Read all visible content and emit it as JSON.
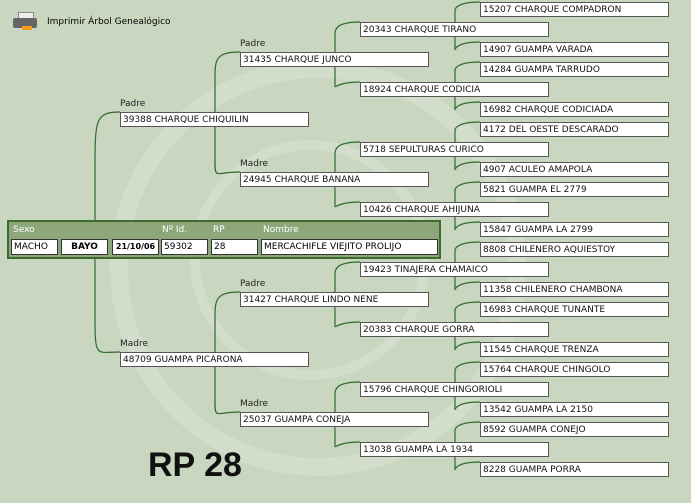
{
  "toolbar": {
    "print_label": "Imprimir Árbol Genealógico",
    "icon": "printer-icon"
  },
  "animal": {
    "headers": {
      "sexo": "Sexo",
      "id": "Nº Id.",
      "rp": "RP",
      "nombre": "Nombre"
    },
    "sexo": "MACHO",
    "color": "BAYO",
    "fecha": "21/10/06",
    "id": "59302",
    "rp": "28",
    "nombre": "MERCACHIFLE VIEJITO PROLIJO"
  },
  "labels": {
    "padre": "Padre",
    "madre": "Madre"
  },
  "gen1": [
    "39388 CHARQUE CHIQUILIN",
    "48709 GUAMPA PICARONA"
  ],
  "gen2": [
    "31435 CHARQUE JUNCO",
    "24945 CHARQUE BANANA",
    "31427 CHARQUE LINDO NENE",
    "25037 GUAMPA CONEJA"
  ],
  "gen3": [
    "20343 CHARQUE TIRANO",
    "18924 CHARQUE CODICIA",
    "5718 SEPULTURAS CURICO",
    "10426 CHARQUE AHIJUNA",
    "19423 TINAJERA CHAMAICO",
    "20383 CHARQUE GORRA",
    "15796 CHARQUE CHINGORIOLI",
    "13038 GUAMPA LA 1934"
  ],
  "gen4": [
    "15207 CHARQUE COMPADRON",
    "14907 GUAMPA VARADA",
    "14284 GUAMPA TARRUDO",
    "16982 CHARQUE CODICIADA",
    "4172 DEL OESTE DESCARADO",
    "4907 ACULEO AMAPOLA",
    "5821 GUAMPA EL 2779",
    "15847 GUAMPA LA 2799",
    "8808 CHILENERO AQUIESTOY",
    "11358 CHILENERO CHAMBONA",
    "16983 CHARQUE TUNANTE",
    "11545 CHARQUE TRENZA",
    "15764 CHARQUE CHINGOLO",
    "13542 GUAMPA LA 2150",
    "8592 GUAMPA CONEJO",
    "8228 GUAMPA PORRA"
  ],
  "footer": {
    "rp_title": "RP 28"
  },
  "colors": {
    "background": "#c9d6c0",
    "panel": "#8ea77a",
    "line": "#2f6b2a"
  }
}
